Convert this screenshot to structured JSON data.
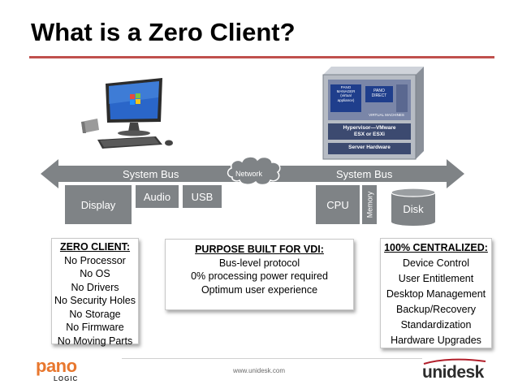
{
  "title": "What is a Zero Client?",
  "bus": {
    "left_label": "System Bus",
    "right_label": "System Bus",
    "network_label": "Network"
  },
  "components": {
    "display": "Display",
    "audio": "Audio",
    "usb": "USB",
    "cpu": "CPU",
    "memory": "Memory",
    "disk": "Disk"
  },
  "server": {
    "pano_manager": [
      "PANO",
      "MANAGER",
      "(virtual",
      "appliance)"
    ],
    "pano_direct": [
      "PANO",
      "DIRECT"
    ],
    "virtual_machines": "VIRTUAL MACHINES",
    "hypervisor": [
      "Hypervisor—VMware",
      "ESX or ESXi"
    ],
    "server_hardware": "Server Hardware"
  },
  "cards": {
    "zero_client": {
      "heading": "ZERO CLIENT:",
      "lines": [
        "No Processor",
        "No OS",
        "No Drivers",
        "No Security Holes",
        "No Storage",
        "No Firmware",
        "No Moving Parts"
      ]
    },
    "vdi": {
      "heading": "PURPOSE BUILT FOR VDI:",
      "lines": [
        "Bus-level protocol",
        "0% processing power required",
        "Optimum user experience"
      ]
    },
    "centralized": {
      "heading": "100% CENTRALIZED:",
      "lines": [
        "Device Control",
        "User Entitlement",
        "Desktop Management",
        "Backup/Recovery",
        "Standardization",
        "Hardware Upgrades"
      ]
    }
  },
  "footer": {
    "url": "www.unidesk.com",
    "logo_left": [
      "pano",
      "LOGIC"
    ],
    "logo_right": "unidesk"
  },
  "colors": {
    "accent_rule": "#c0504d",
    "bus_gray": "#7f8386",
    "pano_orange": "#e8772e",
    "unidesk_red": "#b11e2a"
  }
}
